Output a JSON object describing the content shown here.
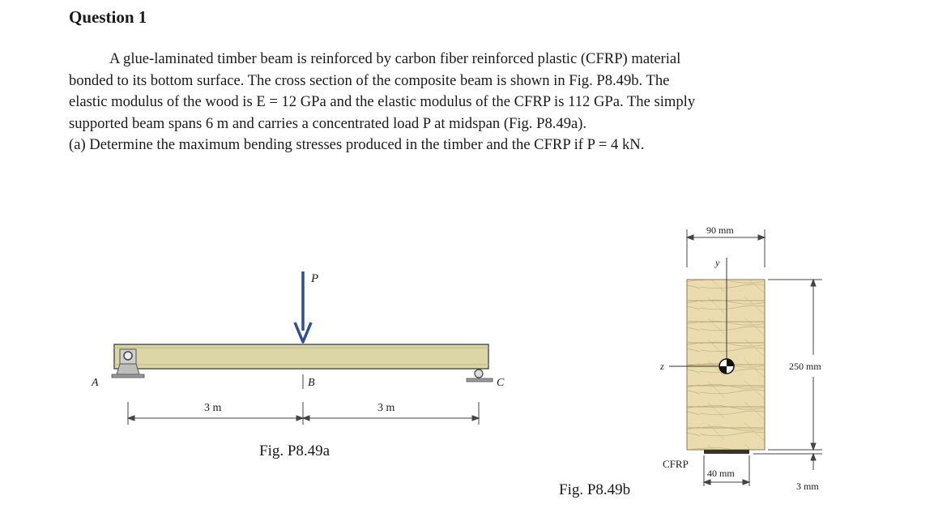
{
  "heading": "Question 1",
  "problem": {
    "lines": [
      "A glue-laminated timber beam is reinforced by carbon fiber reinforced plastic (CFRP) material",
      "bonded to its bottom surface. The cross section of the composite beam is shown in Fig. P8.49b. The",
      "elastic modulus of the wood is E = 12 GPa and the elastic modulus of the CFRP is 112 GPa. The simply",
      "supported beam spans 6 m and carries a concentrated load P at midspan (Fig. P8.49a).",
      "(a) Determine the maximum bending stresses produced in the timber and the CFRP if P = 4 kN."
    ]
  },
  "fig_a": {
    "caption": "Fig. P8.49a",
    "load_label": "P",
    "point_a": "A",
    "point_b": "B",
    "point_c": "C",
    "span_left": "3 m",
    "span_right": "3 m"
  },
  "fig_b": {
    "caption": "Fig. P8.49b",
    "width_label": "90 mm",
    "height_label": "250 mm",
    "y_axis": "y",
    "z_axis": "z",
    "cfrp_label": "CFRP",
    "cfrp_width": "40 mm",
    "cfrp_thickness": "3 mm"
  },
  "colors": {
    "beam": "#d9d3a8",
    "wood": "#e8d8a8",
    "arrow": "#2f4f8f",
    "cfrp": "#333333"
  }
}
